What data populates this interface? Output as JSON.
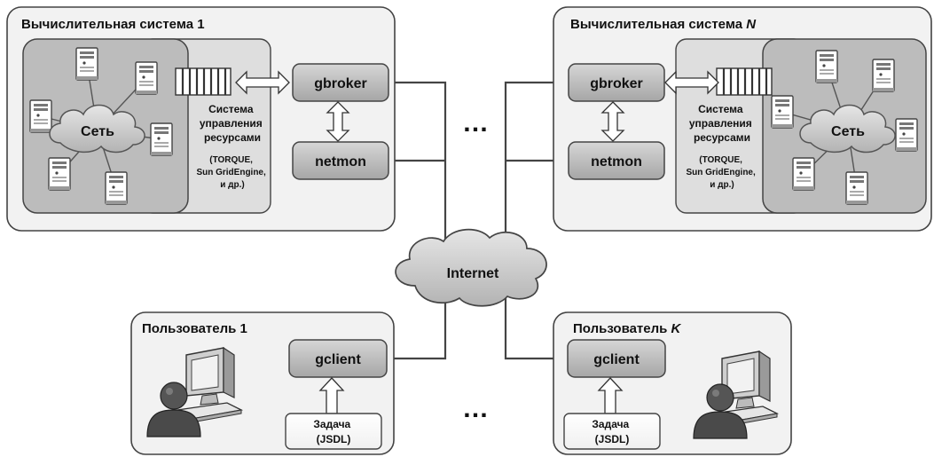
{
  "systems": [
    {
      "title_main": "Вычислительная система ",
      "title_index": "1"
    },
    {
      "title_main": "Вычислительная система ",
      "title_index": "N"
    }
  ],
  "users": [
    {
      "title_main": "Пользователь ",
      "title_index": "1"
    },
    {
      "title_main": "Пользователь ",
      "title_index": "K"
    }
  ],
  "labels": {
    "network": "Сеть",
    "gbroker": "gbroker",
    "netmon": "netmon",
    "gclient": "gclient",
    "internet": "Internet",
    "ellipsis": "…",
    "rms_lines": [
      "Система",
      "управления",
      "ресурсами"
    ],
    "rms_examples": [
      "(TORQUE,",
      "Sun GridEngine,",
      "и др.)"
    ],
    "task_lines": [
      "Задача",
      "(JSDL)"
    ]
  },
  "icons": [
    "server-icon",
    "cloud-icon",
    "queue-icon",
    "double-arrow-icon",
    "up-arrow-icon",
    "user-icon",
    "computer-icon"
  ]
}
